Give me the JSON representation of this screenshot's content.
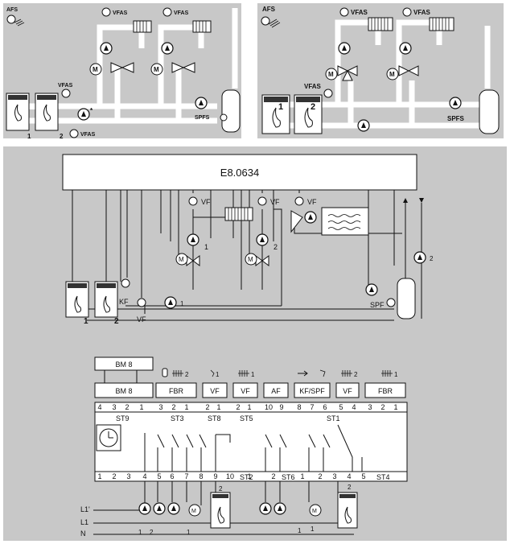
{
  "colors": {
    "panel_gray": "#c8c8c8",
    "background": "#ffffff",
    "line": "#111111"
  },
  "panel1": {
    "afs": "AFS",
    "vfas_top_left": "VFAS",
    "vfas_top_right": "VFAS",
    "vfas_mid": "VFAS",
    "vfas_bottom": "VFAS",
    "spfs": "SPFS",
    "boiler_1": "1",
    "boiler_2": "2",
    "star": "*",
    "motor": "M"
  },
  "panel2": {
    "afs": "AFS",
    "vfas_top_left": "VFAS",
    "vfas_top_right": "VFAS",
    "vfas_mid": "VFAS",
    "spfs": "SPFS",
    "boiler_1": "1",
    "boiler_2": "2",
    "motor": "M"
  },
  "panel3": {
    "controller": "E8.0634",
    "vf1": "VF",
    "vf2": "VF",
    "vf3": "VF",
    "kf": "KF",
    "vf_bottom": "VF",
    "spf": "SPF",
    "circuit_1": "1",
    "circuit_2": "2",
    "boiler_1": "1",
    "boiler_2": "2",
    "pump_1": "1",
    "pump_2": "2",
    "motor": "M"
  },
  "terminal": {
    "bm8_top": "BM 8",
    "header_labels": [
      "BM 8",
      "FBR",
      "VF",
      "VF",
      "AF",
      "KF/SPF",
      "VF",
      "FBR"
    ],
    "header_icons": {
      "fbr_group": "2",
      "vf1": "1",
      "vf2": "1",
      "vf3": "2",
      "fbr2": "1"
    },
    "top_pins": [
      "4",
      "3",
      "2",
      "1",
      "3",
      "2",
      "1",
      "2",
      "1",
      "2",
      "1",
      "10",
      "9",
      "8",
      "7",
      "6",
      "5",
      "4",
      "3",
      "2",
      "1"
    ],
    "section_labels": [
      "ST9",
      "ST3",
      "ST8",
      "ST5",
      "ST1",
      "ST2",
      "ST6",
      "ST4"
    ],
    "bottom_pins": [
      "1",
      "2",
      "3",
      "4",
      "5",
      "6",
      "7",
      "8",
      "9",
      "10",
      "1",
      "2",
      "1",
      "2",
      "3",
      "4",
      "5"
    ],
    "lines": [
      "L1'",
      "L1",
      "N"
    ],
    "load_labels": [
      "1",
      "2",
      "1",
      "2",
      "1",
      "2",
      "1"
    ]
  }
}
